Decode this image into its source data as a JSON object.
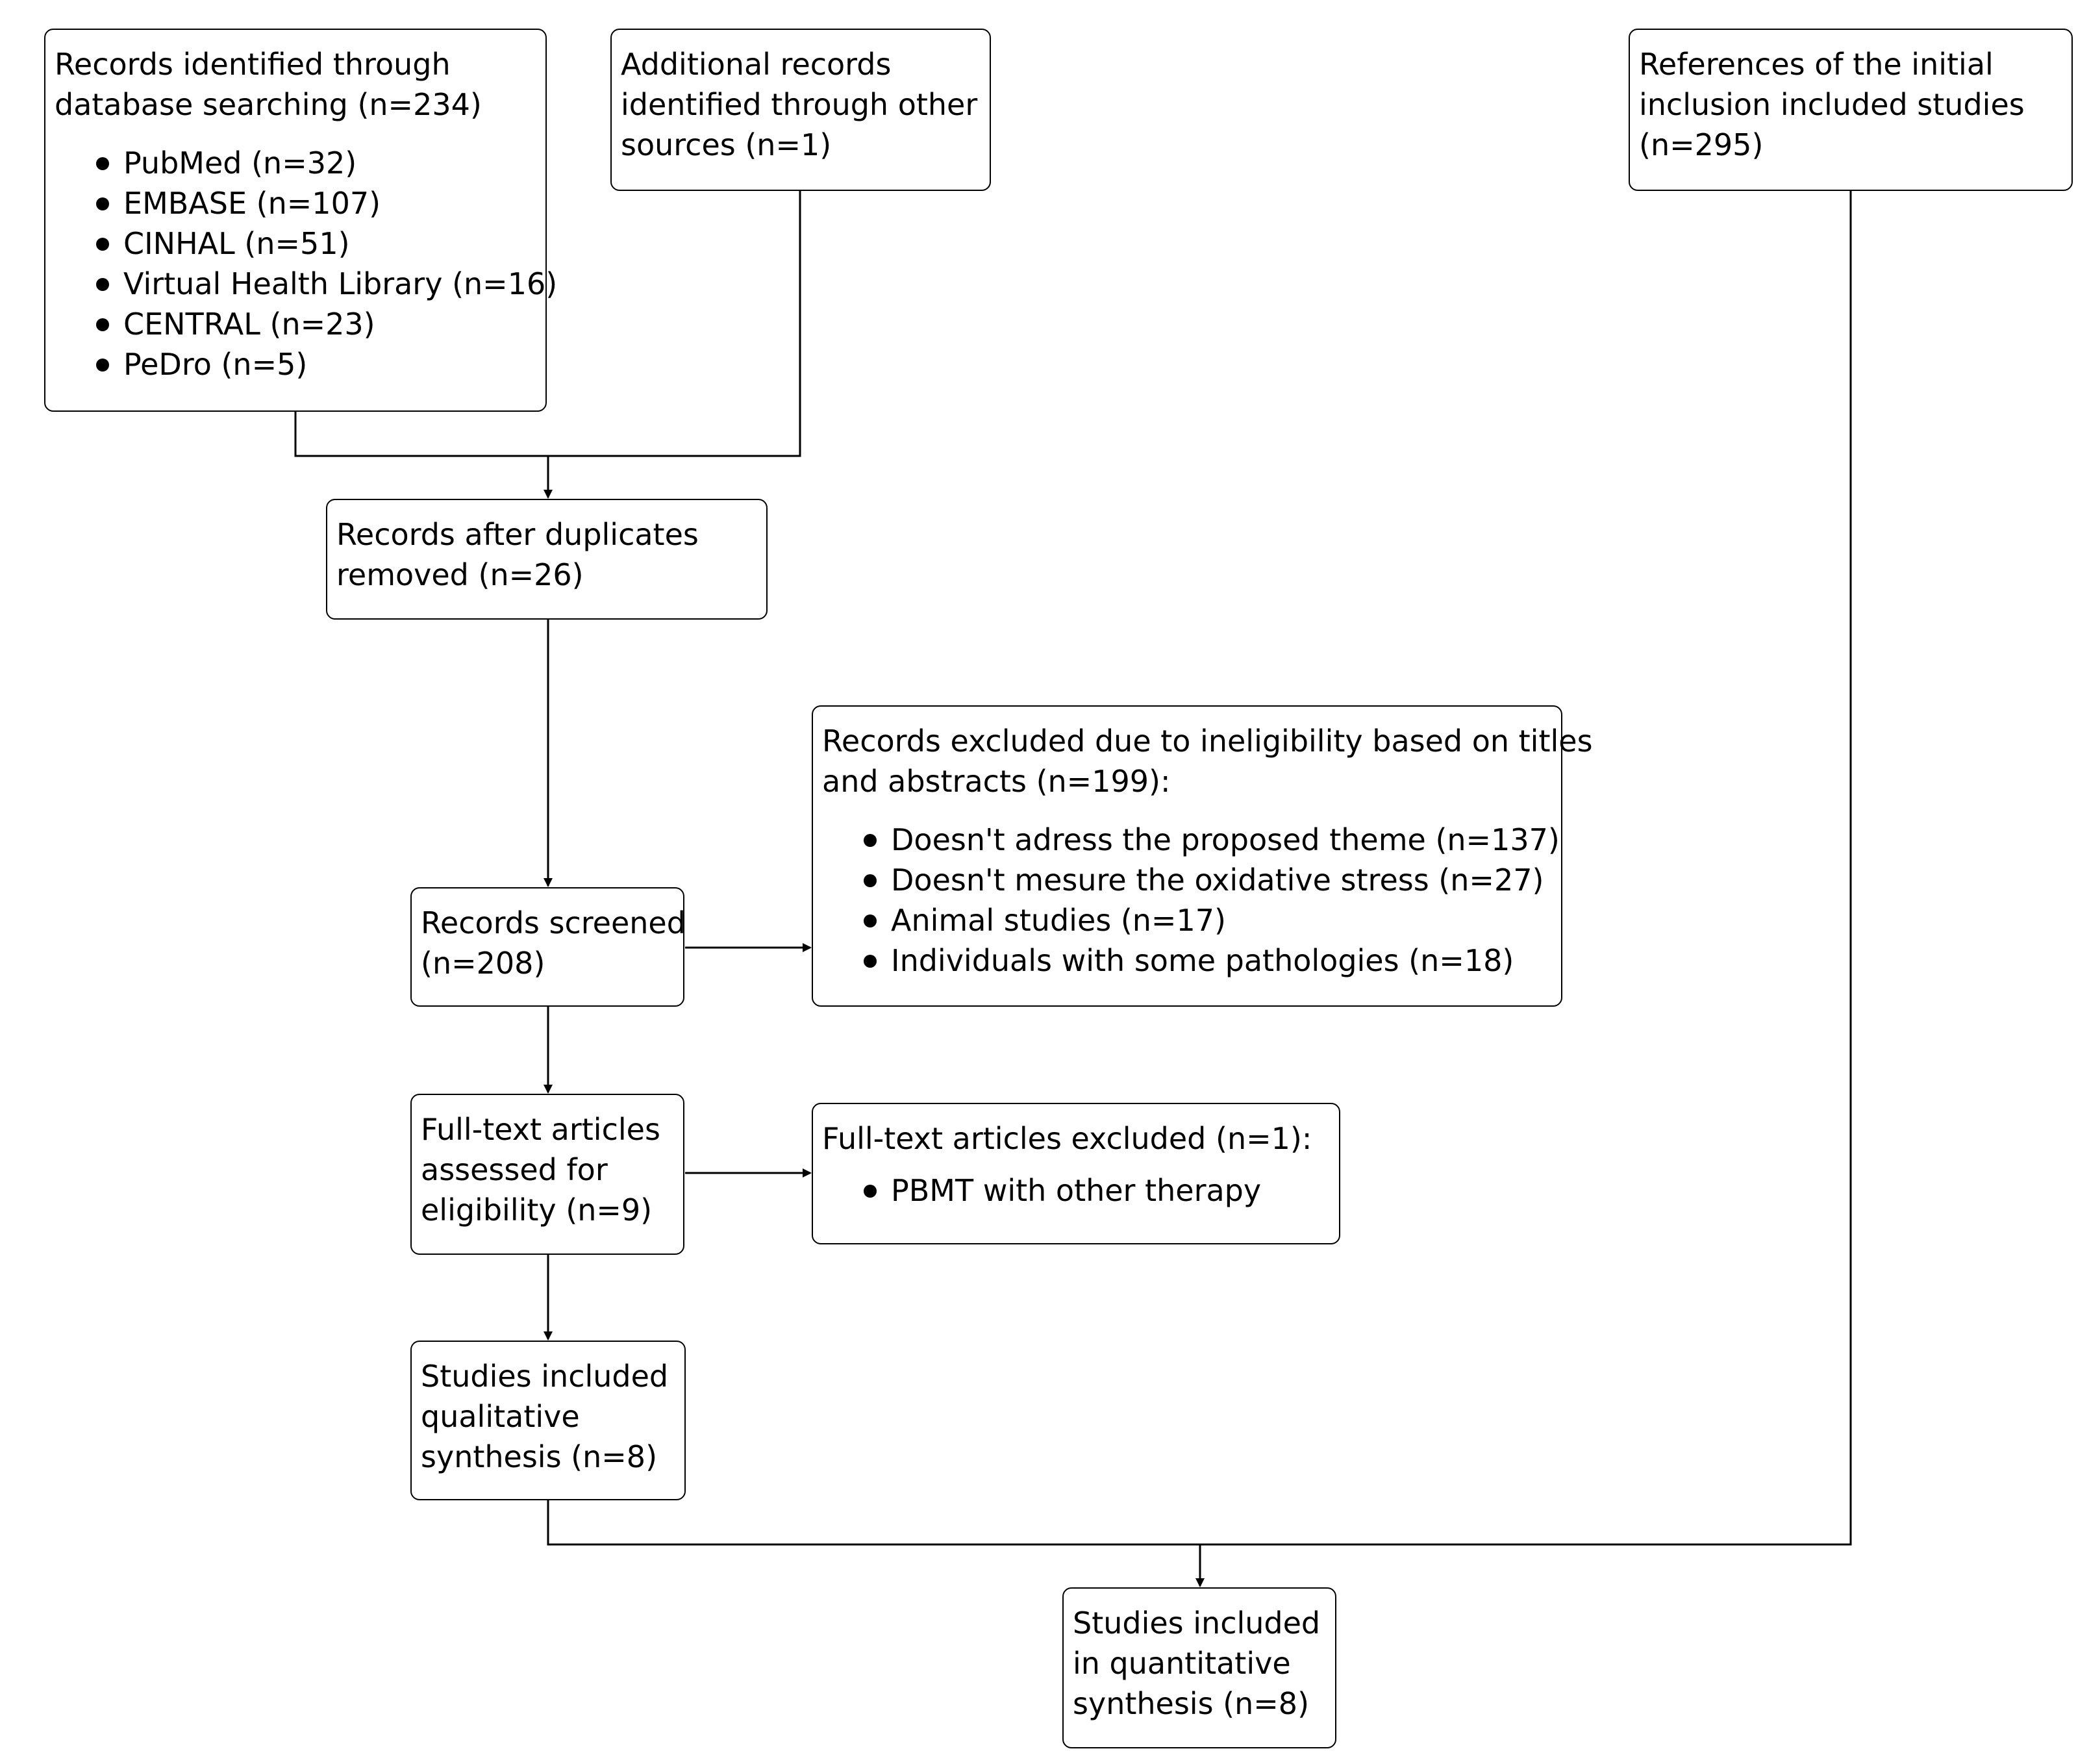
{
  "boxes": {
    "identified": {
      "lines": [
        "Records identified through",
        "database searching (n=234)"
      ],
      "items": [
        "PubMed (n=32)",
        "EMBASE (n=107)",
        "CINHAL (n=51)",
        "Virtual Health Library (n=16)",
        "CENTRAL (n=23)",
        "PeDro (n=5)"
      ]
    },
    "additional": {
      "lines": [
        "Additional records",
        "identified through other",
        "sources (n=1)"
      ]
    },
    "references": {
      "lines": [
        "References of the initial",
        "inclusion included studies",
        "(n=295)"
      ]
    },
    "duplicates": {
      "lines": [
        "Records after duplicates",
        "removed (n=26)"
      ]
    },
    "excluded_titles": {
      "lines": [
        "Records excluded due to ineligibility based on titles",
        "and abstracts (n=199):"
      ],
      "items": [
        "Doesn't adress the proposed theme (n=137)",
        "Doesn't mesure the oxidative stress (n=27)",
        "Animal studies (n=17)",
        "Individuals with some pathologies (n=18)"
      ]
    },
    "screened": {
      "lines": [
        "Records screened",
        "(n=208)"
      ]
    },
    "fulltext": {
      "lines": [
        "Full-text articles",
        "assessed for",
        "eligibility (n=9)"
      ]
    },
    "fulltext_excluded": {
      "lines": [
        "Full-text articles excluded (n=1):"
      ],
      "items": [
        "PBMT with other therapy"
      ]
    },
    "qualitative": {
      "lines": [
        "Studies included",
        "qualitative",
        "synthesis (n=8)"
      ]
    },
    "quantitative": {
      "lines": [
        "Studies included",
        "in quantitative",
        "synthesis (n=8)"
      ]
    }
  }
}
